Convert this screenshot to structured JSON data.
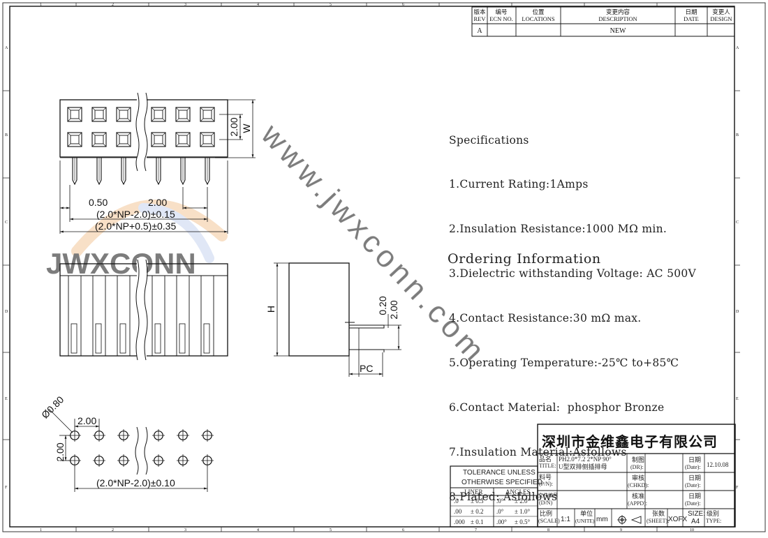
{
  "revision_block": {
    "headers": {
      "rev_cn": "版本",
      "rev_en": "REV",
      "ecn_cn": "编号",
      "ecn_en": "ECN NO.",
      "loc_cn": "位置",
      "loc_en": "LOCATIONS",
      "desc_cn": "变更内容",
      "desc_en": "DESCRIPTION",
      "date_cn": "日期",
      "date_en": "DATE",
      "design_cn": "变更人",
      "design_en": "DESIGN"
    },
    "row": {
      "rev": "A",
      "description": "NEW"
    }
  },
  "watermark": {
    "logo": "JWXCONN"
  },
  "specifications": {
    "title": "Specifications",
    "items": [
      "1.Current Rating:1Amps",
      "2.Insulation Resistance:1000 MΩ min.",
      "3.Dielectric withstanding Voltage: AC 500V",
      "4.Contact Resistance:30 mΩ max.",
      "5.Operating Temperature:-25℃ to+85℃",
      "6.Contact Material:  phosphor Bronze",
      "7.Insulation Material:Asfollows",
      "8.Plated: Asfollows"
    ],
    "ordering": "Ordering Information"
  },
  "dimensions": {
    "pitch_v": "2.00",
    "w": "W",
    "offset": "0.50",
    "pitch_h": "2.00",
    "row_len": "(2.0*NP-2.0)±0.15",
    "total_len": "(2.0*NP+0.5)±0.35",
    "height": "H",
    "pin_offset": "0.20",
    "pin_pitch": "2.00",
    "pc": "PC",
    "hole_dia": "Ø0.80",
    "pcb_pitch_h": "2.00",
    "pcb_pitch_v": "2.00",
    "pcb_len": "(2.0*NP-2.0)±0.10"
  },
  "title_block": {
    "company": "深圳市金维鑫电子有限公司",
    "product_label_cn": "品名",
    "product_label_en": "TITLE:",
    "product_line1": "PH2.0*7.2 2*NP 90°",
    "product_line2": "U型双排侧插排母",
    "part_label_cn": "料号",
    "part_label_en": "(P/N):",
    "file_label_cn": "文件编号",
    "file_label_en": "(D/N)",
    "drawn_cn": "制图",
    "drawn_en": "(DR):",
    "checked_cn": "审核",
    "checked_en": "(CHKD):",
    "approved_cn": "核准",
    "approved_en": "(APPD):",
    "date_cn": "日期",
    "date_en": "(Date):",
    "date_value": "12.10.08",
    "scale_cn": "比例",
    "scale_en": "(SCALE)",
    "scale_value": "1:1",
    "unit_cn": "单位",
    "unit_en": "(UNITE)",
    "unit_value": "mm",
    "sheet_cn": "张数",
    "sheet_en": "(SHEET):",
    "sheet_value": "XOFX",
    "size_label": "SIZE:",
    "size_value": "A4",
    "type_cn": "级别",
    "type_en": "TYPE:"
  },
  "tolerance": {
    "title1": "TOLERANCE UNLESS",
    "title2": "OTHERWISE SPECIFIED",
    "liner": "LINER",
    "angles": "ANGLES",
    "rows": [
      {
        "l": ".0",
        "lt": "± 0.3",
        "a": ".0°",
        "at": "± 2.0°"
      },
      {
        "l": ".00",
        "lt": "± 0.2",
        "a": ".0°",
        "at": "± 1.0°"
      },
      {
        "l": ".000",
        "lt": "± 0.1",
        "a": ".00°",
        "at": "± 0.5°"
      }
    ]
  },
  "border": {
    "cols": [
      "1",
      "2",
      "3",
      "4",
      "5",
      "6",
      "7",
      "8",
      "9",
      "10"
    ],
    "rows": [
      "A",
      "B",
      "C",
      "D",
      "E",
      "F"
    ]
  }
}
